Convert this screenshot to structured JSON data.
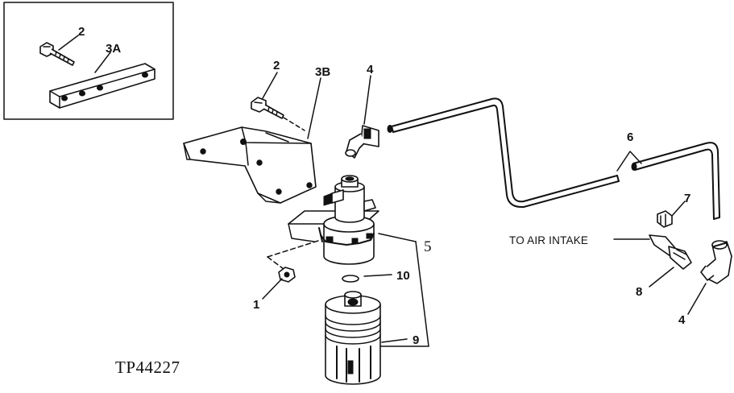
{
  "figure_id": "TP44227",
  "callouts": {
    "c1": "1",
    "c2_inset": "2",
    "c2_main": "2",
    "c3a": "3A",
    "c3b": "3B",
    "c4_top": "4",
    "c4_bottom": "4",
    "c5": "5",
    "c6": "6",
    "c7": "7",
    "c8": "8",
    "c9": "9",
    "c10": "10"
  },
  "labels": {
    "to_air_intake": "TO AIR INTAKE"
  }
}
